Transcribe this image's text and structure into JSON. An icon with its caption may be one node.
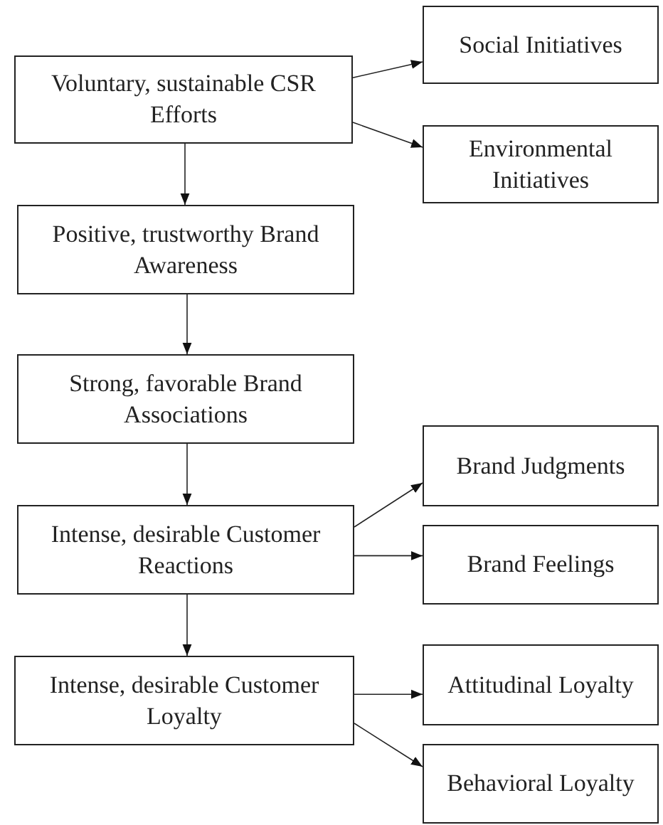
{
  "diagram": {
    "nodes": [
      {
        "text": [
          "Voluntary, sustainable CSR Efforts"
        ]
      },
      {
        "text": [
          "Social Initiatives"
        ]
      },
      {
        "text": [
          "Environmental Initiatives"
        ]
      },
      {
        "text": [
          "Positive, trustworthy Brand Awareness"
        ]
      },
      {
        "text": [
          "Strong, favorable Brand Associations"
        ]
      },
      {
        "text": [
          "Intense, desirable Customer Reactions"
        ]
      },
      {
        "text": [
          "Brand Judgments"
        ]
      },
      {
        "text": [
          "Brand Feelings"
        ]
      },
      {
        "text": [
          "Intense, desirable Customer Loyalty"
        ]
      },
      {
        "text": [
          "Attitudinal Loyalty"
        ]
      },
      {
        "text": [
          "Behavioral Loyalty"
        ]
      }
    ],
    "edges": [
      {
        "from": 0,
        "to": 1,
        "arrow": "to"
      },
      {
        "from": 0,
        "to": 2,
        "arrow": "to"
      },
      {
        "from": 0,
        "to": 3,
        "arrow": "to"
      },
      {
        "from": 3,
        "to": 4,
        "arrow": "to"
      },
      {
        "from": 4,
        "to": 5,
        "arrow": "to"
      },
      {
        "from": 5,
        "to": 6,
        "arrow": "to"
      },
      {
        "from": 5,
        "to": 7,
        "arrow": "to"
      },
      {
        "from": 5,
        "to": 8,
        "arrow": "to"
      },
      {
        "from": 8,
        "to": 9,
        "arrow": "to"
      },
      {
        "from": 8,
        "to": 10,
        "arrow": "to"
      }
    ]
  }
}
